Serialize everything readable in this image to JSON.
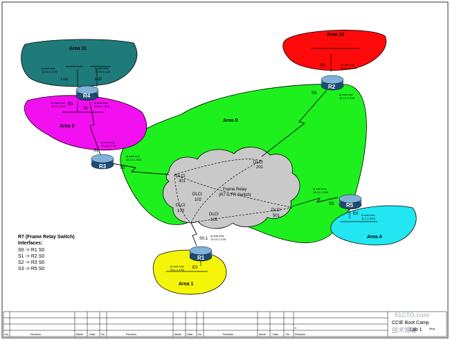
{
  "areas": {
    "area11": "Area 11",
    "area10": "Area 10",
    "area3": "Area 3",
    "area0": "Area 0",
    "area4": "Area 4",
    "area1": "Area 1"
  },
  "routers": {
    "r1": "R1",
    "r2": "R2",
    "r3": "R3",
    "r4": "R4",
    "r5": "R5"
  },
  "interfaces": {
    "r4_lo1": "Lo1",
    "r4_lo0": "Lo0",
    "r4_e0": "E0",
    "r4_s1": "S1",
    "r3_s1": "S1",
    "r3_s0": "S0",
    "r2_e0": "E0",
    "r2_s0": "S0",
    "r5_s0": "S0",
    "r5_e0": "E0",
    "r1_s01": "S0.1",
    "r1_e0": "E0"
  },
  "ip_labels": {
    "r4_lo1_a": "ip add ress",
    "r4_lo1_b": "10.44.1.1/24",
    "r4_lo0_a": "ip add ress",
    "r4_lo0_b": "10.44.2.1/24",
    "r4_e0_a": "ip add ress",
    "r4_e0_b": "10.4.1.1/16",
    "r4_s1_a": "ip add ress",
    "r4_s1_b": "10.34.1.2/16",
    "r3_s1_a": "ip add ress",
    "r3_s1_b": "10.34.1.1/16",
    "r3_s0_a": "ip add ress",
    "r3_s0_b": "10.10.1.3/16",
    "r2_e0_a": "ip add ress",
    "r2_e0_b": "11.10.20.1/24",
    "r2_s0_a": "ip add ress",
    "r2_s0_b": "10.10.1.2/16",
    "r5_s0_a": "ip add ress",
    "r5_s0_b": "10.10.1.5/16",
    "r5_e0_a": "ip add ress",
    "r5_e0_b": "11.1.1.5/16",
    "r1_s01_a": "ip add ress",
    "r1_s01_b": "10.10.1.1/16",
    "r1_e0_a": "ip add ress",
    "r1_e0_b": "10.1.1.1/16"
  },
  "cloud": {
    "line1": "Frame Relay",
    "line2": "(R7 is FR Switch)"
  },
  "dlci": {
    "d301a": "DLCI",
    "d301b": "301",
    "d201a": "DLCI",
    "d201b": "201",
    "d102a": "DLCI",
    "d102b": "102",
    "d103a": "DLCI",
    "d103b": "103",
    "d105a": "DLCI",
    "d105b": "105",
    "d501a": "DLCI",
    "d501b": "501"
  },
  "legend": {
    "title": "R7 (Frame Relay Switch)",
    "subtitle": "Interfaces:",
    "lines": [
      "S0 -> R1 S0",
      "S1 -> R2 S0",
      "S2 -> R3 S0",
      "S3 -> R5 S0"
    ]
  },
  "title_block": {
    "ccie": "CCIE Boot Camp",
    "lab": "Lab 1",
    "col_no": "No",
    "col_revision": "Revision",
    "col_made": "Made",
    "col_date": "Date",
    "sheet_num": "0",
    "watermark1": "51CTO.com",
    "watermark2": "技术博客",
    "watermark3": "Blog"
  },
  "colors": {
    "area11": "#1f7a7a",
    "area10": "#ff0a0a",
    "area3": "#f20ff0",
    "area0": "#1ef01e",
    "area4": "#22e6f2",
    "area1": "#f5f50a",
    "cloud": "#c9c9c9",
    "router": "#2f6fa0"
  }
}
